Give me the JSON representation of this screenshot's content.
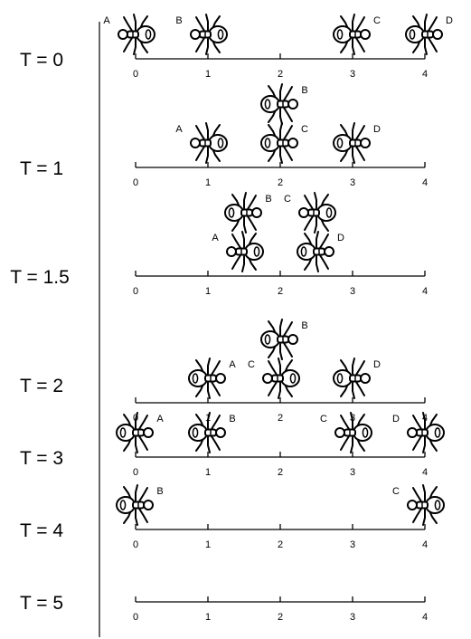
{
  "diagram": {
    "ticks": [
      "0",
      "1",
      "2",
      "3",
      "4"
    ],
    "rows": [
      {
        "label": "T = 0",
        "ants": [
          {
            "name": "A",
            "pos": 0.0,
            "level": 0,
            "facing": "right"
          },
          {
            "name": "B",
            "pos": 1.0,
            "level": 0,
            "facing": "right"
          },
          {
            "name": "C",
            "pos": 3.0,
            "level": 0,
            "facing": "left"
          },
          {
            "name": "D",
            "pos": 4.0,
            "level": 0,
            "facing": "left"
          }
        ]
      },
      {
        "label": "T = 1",
        "ants": [
          {
            "name": "A",
            "pos": 1.0,
            "level": 0,
            "facing": "right"
          },
          {
            "name": "C",
            "pos": 2.0,
            "level": 0,
            "facing": "left"
          },
          {
            "name": "D",
            "pos": 3.0,
            "level": 0,
            "facing": "left"
          },
          {
            "name": "B",
            "pos": 2.0,
            "level": 1,
            "facing": "left"
          }
        ]
      },
      {
        "label": "T = 1.5",
        "ants": [
          {
            "name": "A",
            "pos": 1.5,
            "level": 0,
            "facing": "right"
          },
          {
            "name": "D",
            "pos": 2.5,
            "level": 0,
            "facing": "left"
          },
          {
            "name": "B",
            "pos": 1.5,
            "level": 1,
            "facing": "left"
          },
          {
            "name": "C",
            "pos": 2.5,
            "level": 1,
            "facing": "right"
          }
        ]
      },
      {
        "label": "T = 2",
        "ants": [
          {
            "name": "A",
            "pos": 1.0,
            "level": 0,
            "facing": "left"
          },
          {
            "name": "C",
            "pos": 2.0,
            "level": 0,
            "facing": "right"
          },
          {
            "name": "D",
            "pos": 3.0,
            "level": 0,
            "facing": "left"
          },
          {
            "name": "B",
            "pos": 2.0,
            "level": 1,
            "facing": "left"
          }
        ]
      },
      {
        "label": "T = 3",
        "ants": [
          {
            "name": "A",
            "pos": 0.0,
            "level": 0,
            "facing": "left"
          },
          {
            "name": "B",
            "pos": 1.0,
            "level": 0,
            "facing": "left"
          },
          {
            "name": "C",
            "pos": 3.0,
            "level": 0,
            "facing": "right"
          },
          {
            "name": "D",
            "pos": 4.0,
            "level": 0,
            "facing": "right"
          }
        ]
      },
      {
        "label": "T = 4",
        "ants": [
          {
            "name": "B",
            "pos": 0.0,
            "level": 0,
            "facing": "left"
          },
          {
            "name": "C",
            "pos": 4.0,
            "level": 0,
            "facing": "right"
          }
        ]
      },
      {
        "label": "T = 5",
        "ants": []
      }
    ]
  }
}
